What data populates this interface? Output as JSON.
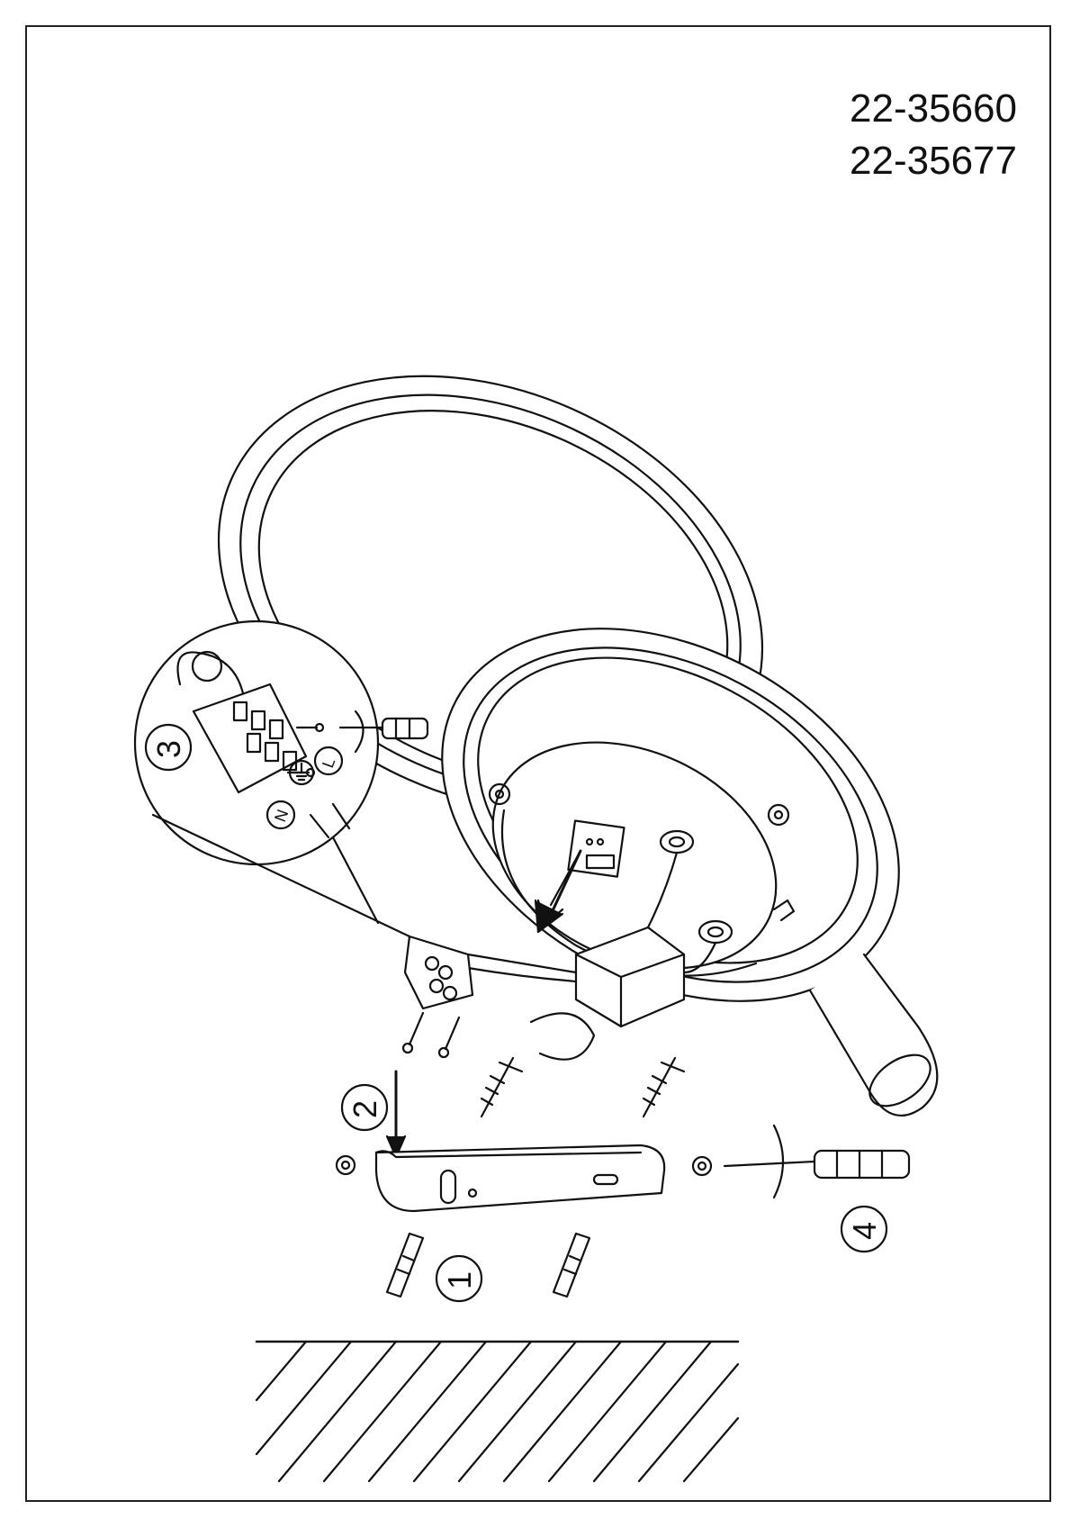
{
  "models": [
    "22-35660",
    "22-35677"
  ],
  "steps": [
    {
      "label": "1"
    },
    {
      "label": "2"
    },
    {
      "label": "3"
    },
    {
      "label": "4"
    }
  ],
  "terminals": [
    {
      "label": "L"
    },
    {
      "label": "N"
    }
  ],
  "icons": {
    "ground": "ground-symbol-icon",
    "rotate": "rotate-arrow-icon",
    "screwdriver": "screwdriver-icon",
    "screw": "screw-icon",
    "wall_plug": "wall-plug-icon"
  },
  "colors": {
    "line": "#111111",
    "background": "#ffffff"
  }
}
